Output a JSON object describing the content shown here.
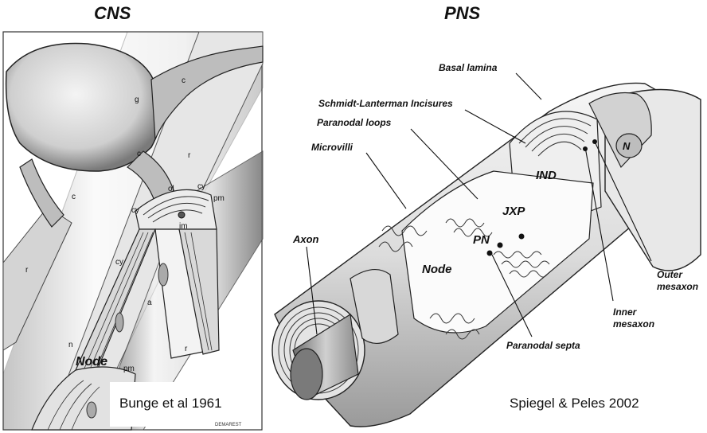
{
  "cns": {
    "title": "CNS",
    "labels": {
      "g": "g",
      "c": "c",
      "r": "r",
      "ol": "ol",
      "cy": "cy",
      "pm": "pm",
      "im": "im",
      "a": "a",
      "n": "n",
      "node": "Node"
    },
    "credit": "Bunge et al 1961",
    "signature": "DEMAREST"
  },
  "pns": {
    "title": "PNS",
    "labels": {
      "basal_lamina": "Basal lamina",
      "schmidt_lanterman": "Schmidt-Lanterman Incisures",
      "paranodal_loops": "Paranodal loops",
      "microvilli": "Microvilli",
      "axon": "Axon",
      "node": "Node",
      "ind": "IND",
      "jxp": "JXP",
      "pn": "PN",
      "n": "N",
      "outer_mesaxon": "Outer mesaxon",
      "inner_mesaxon": "Inner mesaxon",
      "paranodal_septa": "Paranodal septa"
    },
    "credit": "Spiegel & Peles 2002"
  }
}
